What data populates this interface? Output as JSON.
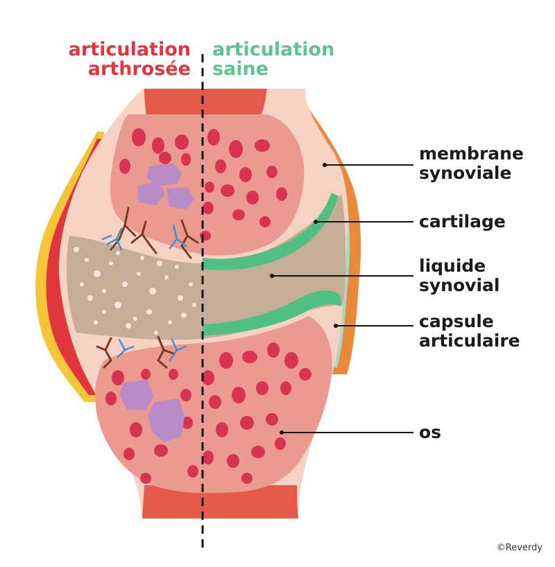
{
  "headers": {
    "left_line1": "articulation",
    "left_line2": "arthrosée",
    "right_line1": "articulation",
    "right_line2": "saine"
  },
  "labels": {
    "membrane_line1": "membrane",
    "membrane_line2": "synoviale",
    "cartilage": "cartilage",
    "liquide_line1": "liquide",
    "liquide_line2": "synovial",
    "capsule_line1": "capsule",
    "capsule_line2": "articulaire",
    "os": "os"
  },
  "credit": "©Reverdy",
  "colors": {
    "arthrose_red": "#e0373f",
    "healthy_green": "#5cc491",
    "bone_pink": "#f6d2c2",
    "bone_core": "#eb9a90",
    "bone_spot": "#d8334f",
    "synovial_fluid": "#c6ad98",
    "cartilage": "#4fbf84",
    "capsule_orange": "#e98a3a",
    "membrane_yellow": "#f3c63a",
    "cyst_purple": "#b98bc6",
    "vessel_blue": "#3d8ed6",
    "crack_brown": "#7b3a1f"
  }
}
